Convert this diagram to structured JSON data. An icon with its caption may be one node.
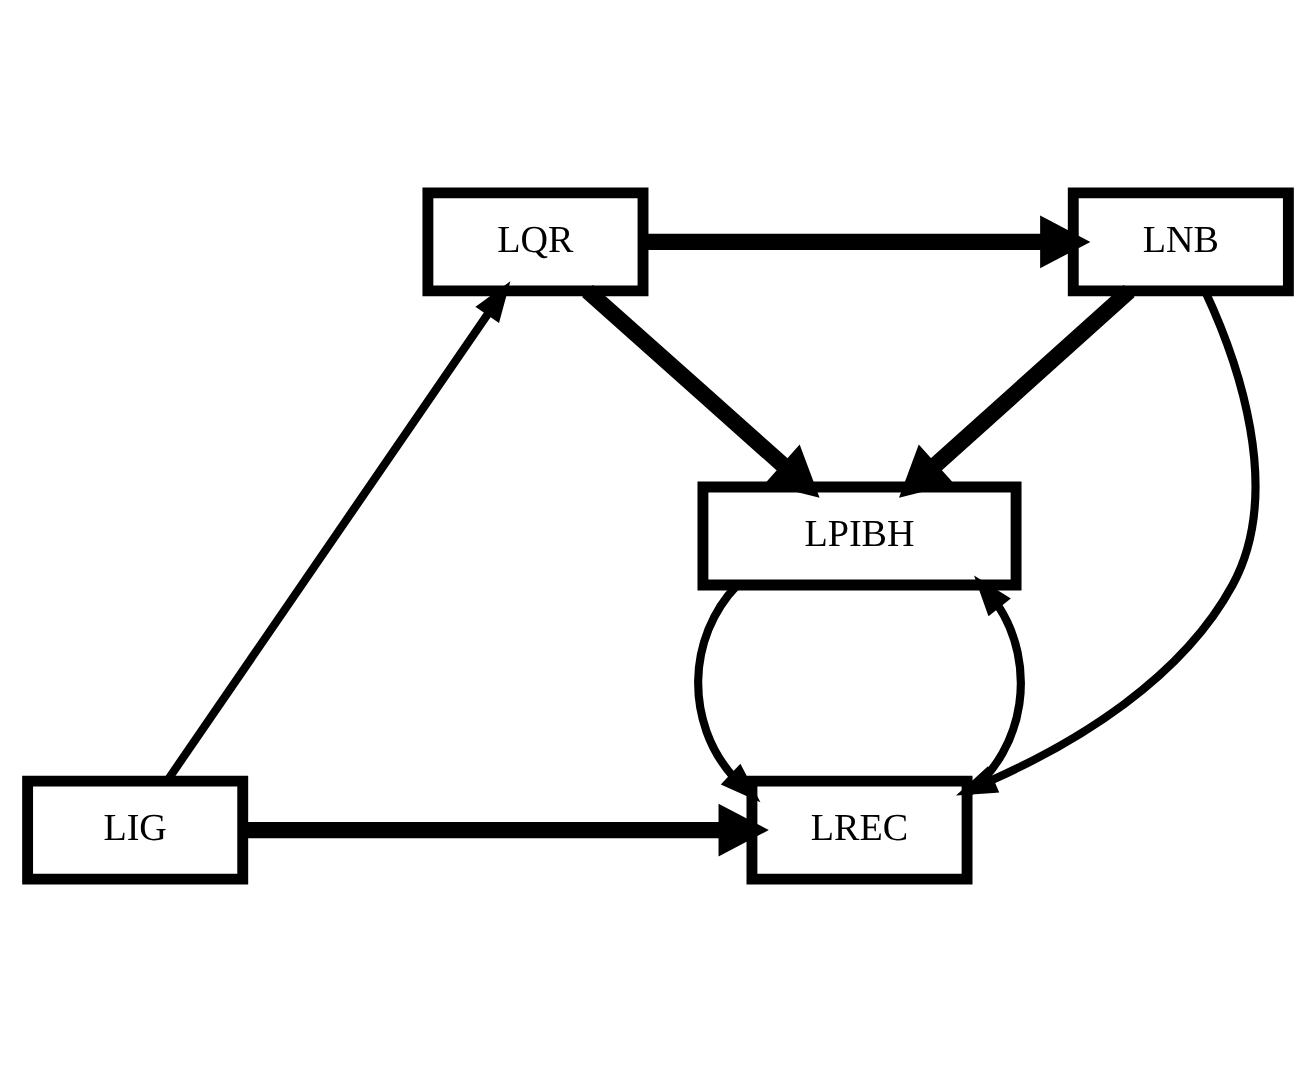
{
  "diagram": {
    "nodes": [
      {
        "text": [
          "LNB"
        ]
      },
      {
        "text": [
          "LQR"
        ]
      },
      {
        "text": [
          "LPIBH"
        ]
      },
      {
        "text": [
          "LREC"
        ]
      },
      {
        "text": [
          "LIG"
        ]
      }
    ],
    "edges": [
      {
        "from": 1,
        "to": 0,
        "arrow": "to",
        "style": "thick"
      },
      {
        "from": 0,
        "to": 2,
        "arrow": "to",
        "style": "thick"
      },
      {
        "from": 1,
        "to": 2,
        "arrow": "to",
        "style": "thick"
      },
      {
        "from": 0,
        "to": 3,
        "arrow": "to"
      },
      {
        "from": 2,
        "to": 3,
        "arrow": "to"
      },
      {
        "from": 3,
        "to": 2,
        "arrow": "to"
      },
      {
        "from": 4,
        "to": 3,
        "arrow": "to",
        "style": "thick"
      },
      {
        "from": 4,
        "to": 1,
        "arrow": "to"
      }
    ]
  }
}
